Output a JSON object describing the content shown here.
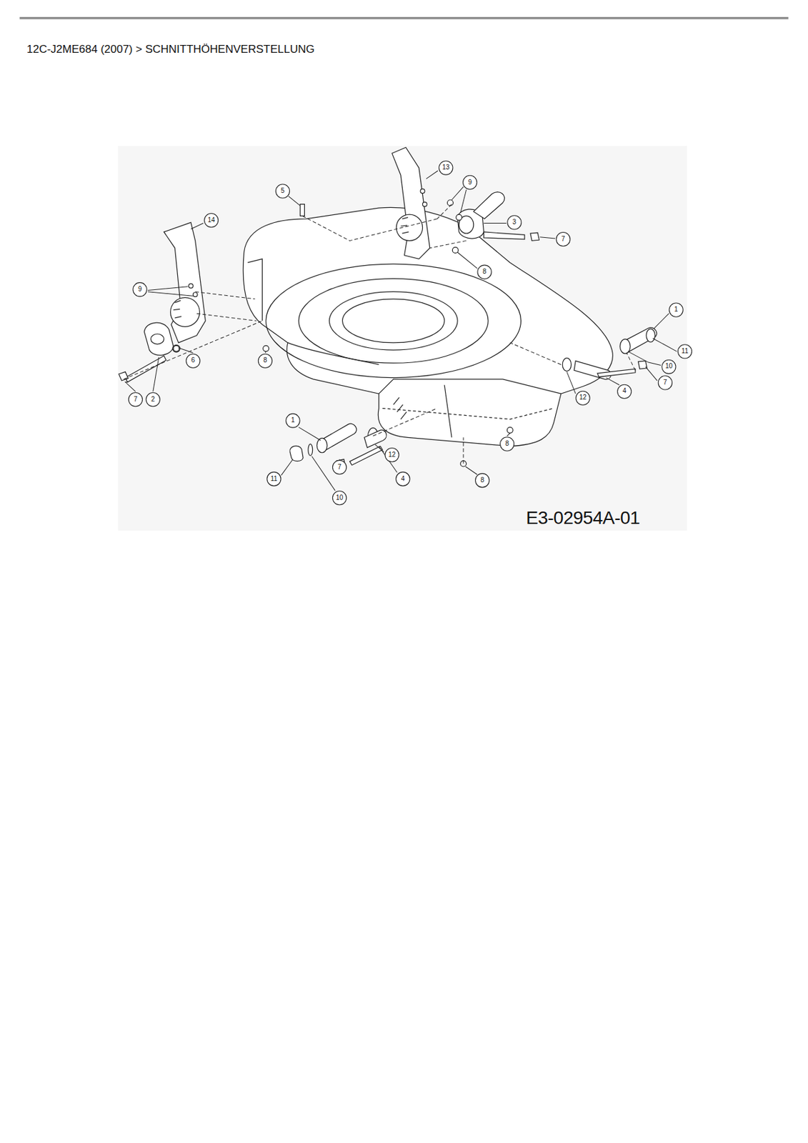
{
  "diagram": {
    "title": "12C-J2ME684 (2007)  >  SCHNITTHÖHENVERSTELLUNG",
    "labels": [
      "13",
      "9",
      "5",
      "14",
      "3",
      "7",
      "8",
      "9",
      "1",
      "11",
      "6",
      "8",
      "10",
      "7",
      "7",
      "2",
      "12",
      "4",
      "1",
      "12",
      "8",
      "7",
      "11",
      "4",
      "10",
      "8",
      "E3-02954A-01"
    ]
  }
}
